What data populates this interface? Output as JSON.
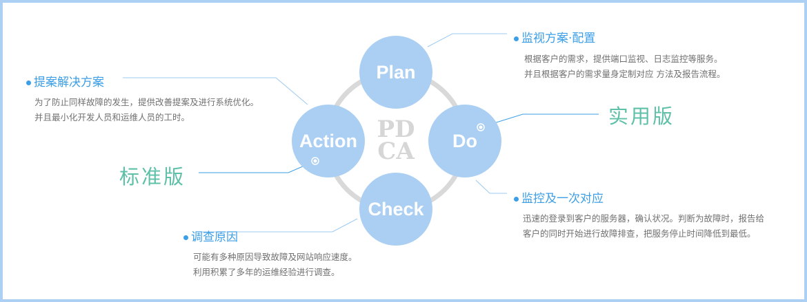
{
  "cycle": {
    "plan": "Plan",
    "do": "Do",
    "check": "Check",
    "action": "Action",
    "center_top": "PD",
    "center_bottom": "CA"
  },
  "editions": {
    "practical": "实用版",
    "standard": "标准版"
  },
  "sections": {
    "plan": {
      "title": "监视方案·配置",
      "lines": [
        "根据客户的需求，提供端口监视、日志监控等服务。",
        "并且根据客户的需求量身定制对应 方法及报告流程。"
      ]
    },
    "action": {
      "title": "提案解决方案",
      "lines": [
        "为了防止同样故障的发生，提供改善提案及进行系统优化。",
        "并且最小化开发人员和运维人员的工时。"
      ]
    },
    "do": {
      "title": "监控及一次对应",
      "lines": [
        "迅速的登录到客户的服务器，确认状况。判断为故障时，报告给",
        "客户的同时开始进行故障排查，把服务停止时间降低到最低。"
      ]
    },
    "check": {
      "title": "调查原因",
      "lines": [
        "可能有多种原因导致故障及网站响应速度。",
        "利用积累了多年的运维经验进行调查。"
      ]
    }
  },
  "colors": {
    "circle": "#aacff3",
    "accent": "#3b9ee6",
    "edition": "#5fc0a8",
    "frame": "#acd0f4"
  }
}
